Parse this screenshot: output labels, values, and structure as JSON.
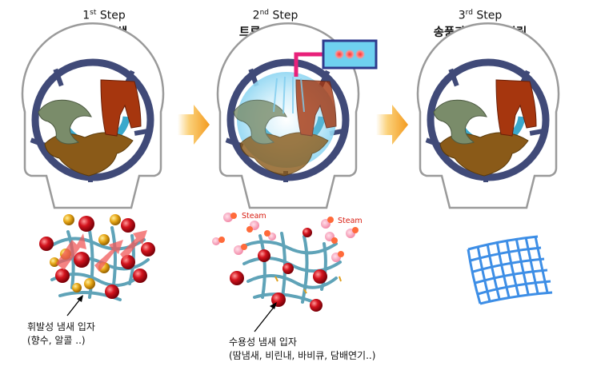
{
  "steps": [
    {
      "num": "1",
      "sup": "st",
      "word": "Step",
      "title": "온풍 발생"
    },
    {
      "num": "2",
      "sup": "nd",
      "word": "Step",
      "title": "트루 스팀 분사"
    },
    {
      "num": "3",
      "sup": "rd",
      "word": "Step",
      "title": "송풍과 함께 텀블링"
    }
  ],
  "steam_labels": [
    "Steam",
    "Steam"
  ],
  "captions": {
    "volatile": {
      "line1": "휘발성 냄새 입자",
      "line2": "(향수, 알콜 ..)"
    },
    "watersoluble": {
      "line1": "수용성 냄새 입자",
      "line2": "(땀냄새, 비린내, 바비큐, 담배연기..)"
    }
  },
  "colors": {
    "drum_ring": "#404a78",
    "drum_body": "#ffffff",
    "fiber": "#5fa3b8",
    "particle_red": "#c8101c",
    "particle_gold": "#e0a020",
    "arrow_orange": "#f39a1e",
    "steam_pipe": "#e8217a",
    "mesh_blue": "#3d8ee6"
  }
}
